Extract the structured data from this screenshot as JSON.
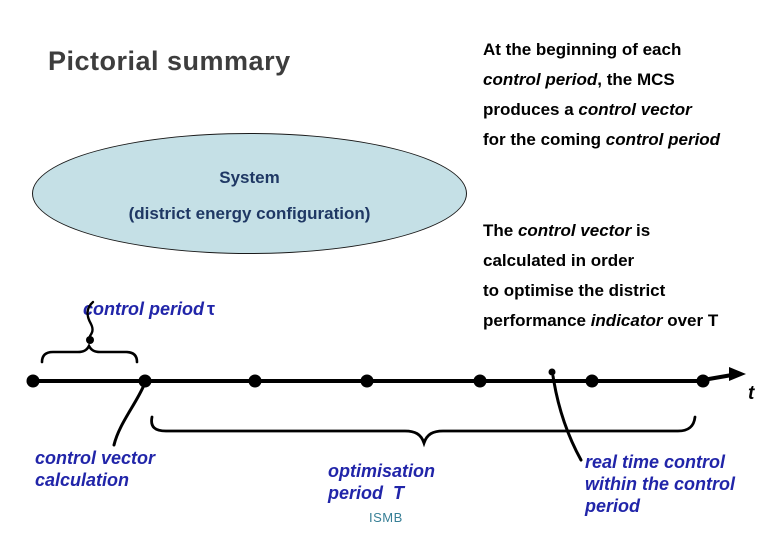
{
  "slide": {
    "title": "Pictorial summary",
    "footer": "ISMB"
  },
  "paragraphs": {
    "top_right": [
      [
        {
          "t": "At the beginning of each"
        }
      ],
      [
        {
          "t": "control period"
        },
        {
          "t": ", the MCS"
        }
      ],
      [
        {
          "t": "produces a "
        },
        {
          "t": "control vector"
        }
      ],
      [
        {
          "t": "for the coming "
        },
        {
          "t": "control period"
        }
      ]
    ],
    "mid_right": [
      [
        {
          "t": "The "
        },
        {
          "t": "control vector"
        },
        {
          "t": " is"
        }
      ],
      [
        {
          "t": "calculated in order"
        }
      ],
      [
        {
          "t": "to optimise the district"
        }
      ],
      [
        {
          "t": "performance "
        },
        {
          "t": "indicator"
        },
        {
          "t": " over T"
        }
      ]
    ]
  },
  "ellipse": {
    "title": "System",
    "subtitle": "(district energy configuration)"
  },
  "diagram_labels": {
    "control_period": "control period",
    "tau": "τ",
    "axis": "t",
    "control_vector_calculation": [
      "control vector",
      "calculation"
    ],
    "optimisation_period": [
      "optimisation",
      "period  T"
    ],
    "real_time_control": [
      "real time control",
      "within the control",
      "period"
    ]
  },
  "colors": {
    "title_text": "#3d3d3d",
    "body_text": "#000000",
    "ellipse_fill": "#c5e0e6",
    "ellipse_text": "#1f3864",
    "label_text": "#2125a9",
    "footer_text": "#377f96",
    "diagram_stroke": "#000000"
  }
}
